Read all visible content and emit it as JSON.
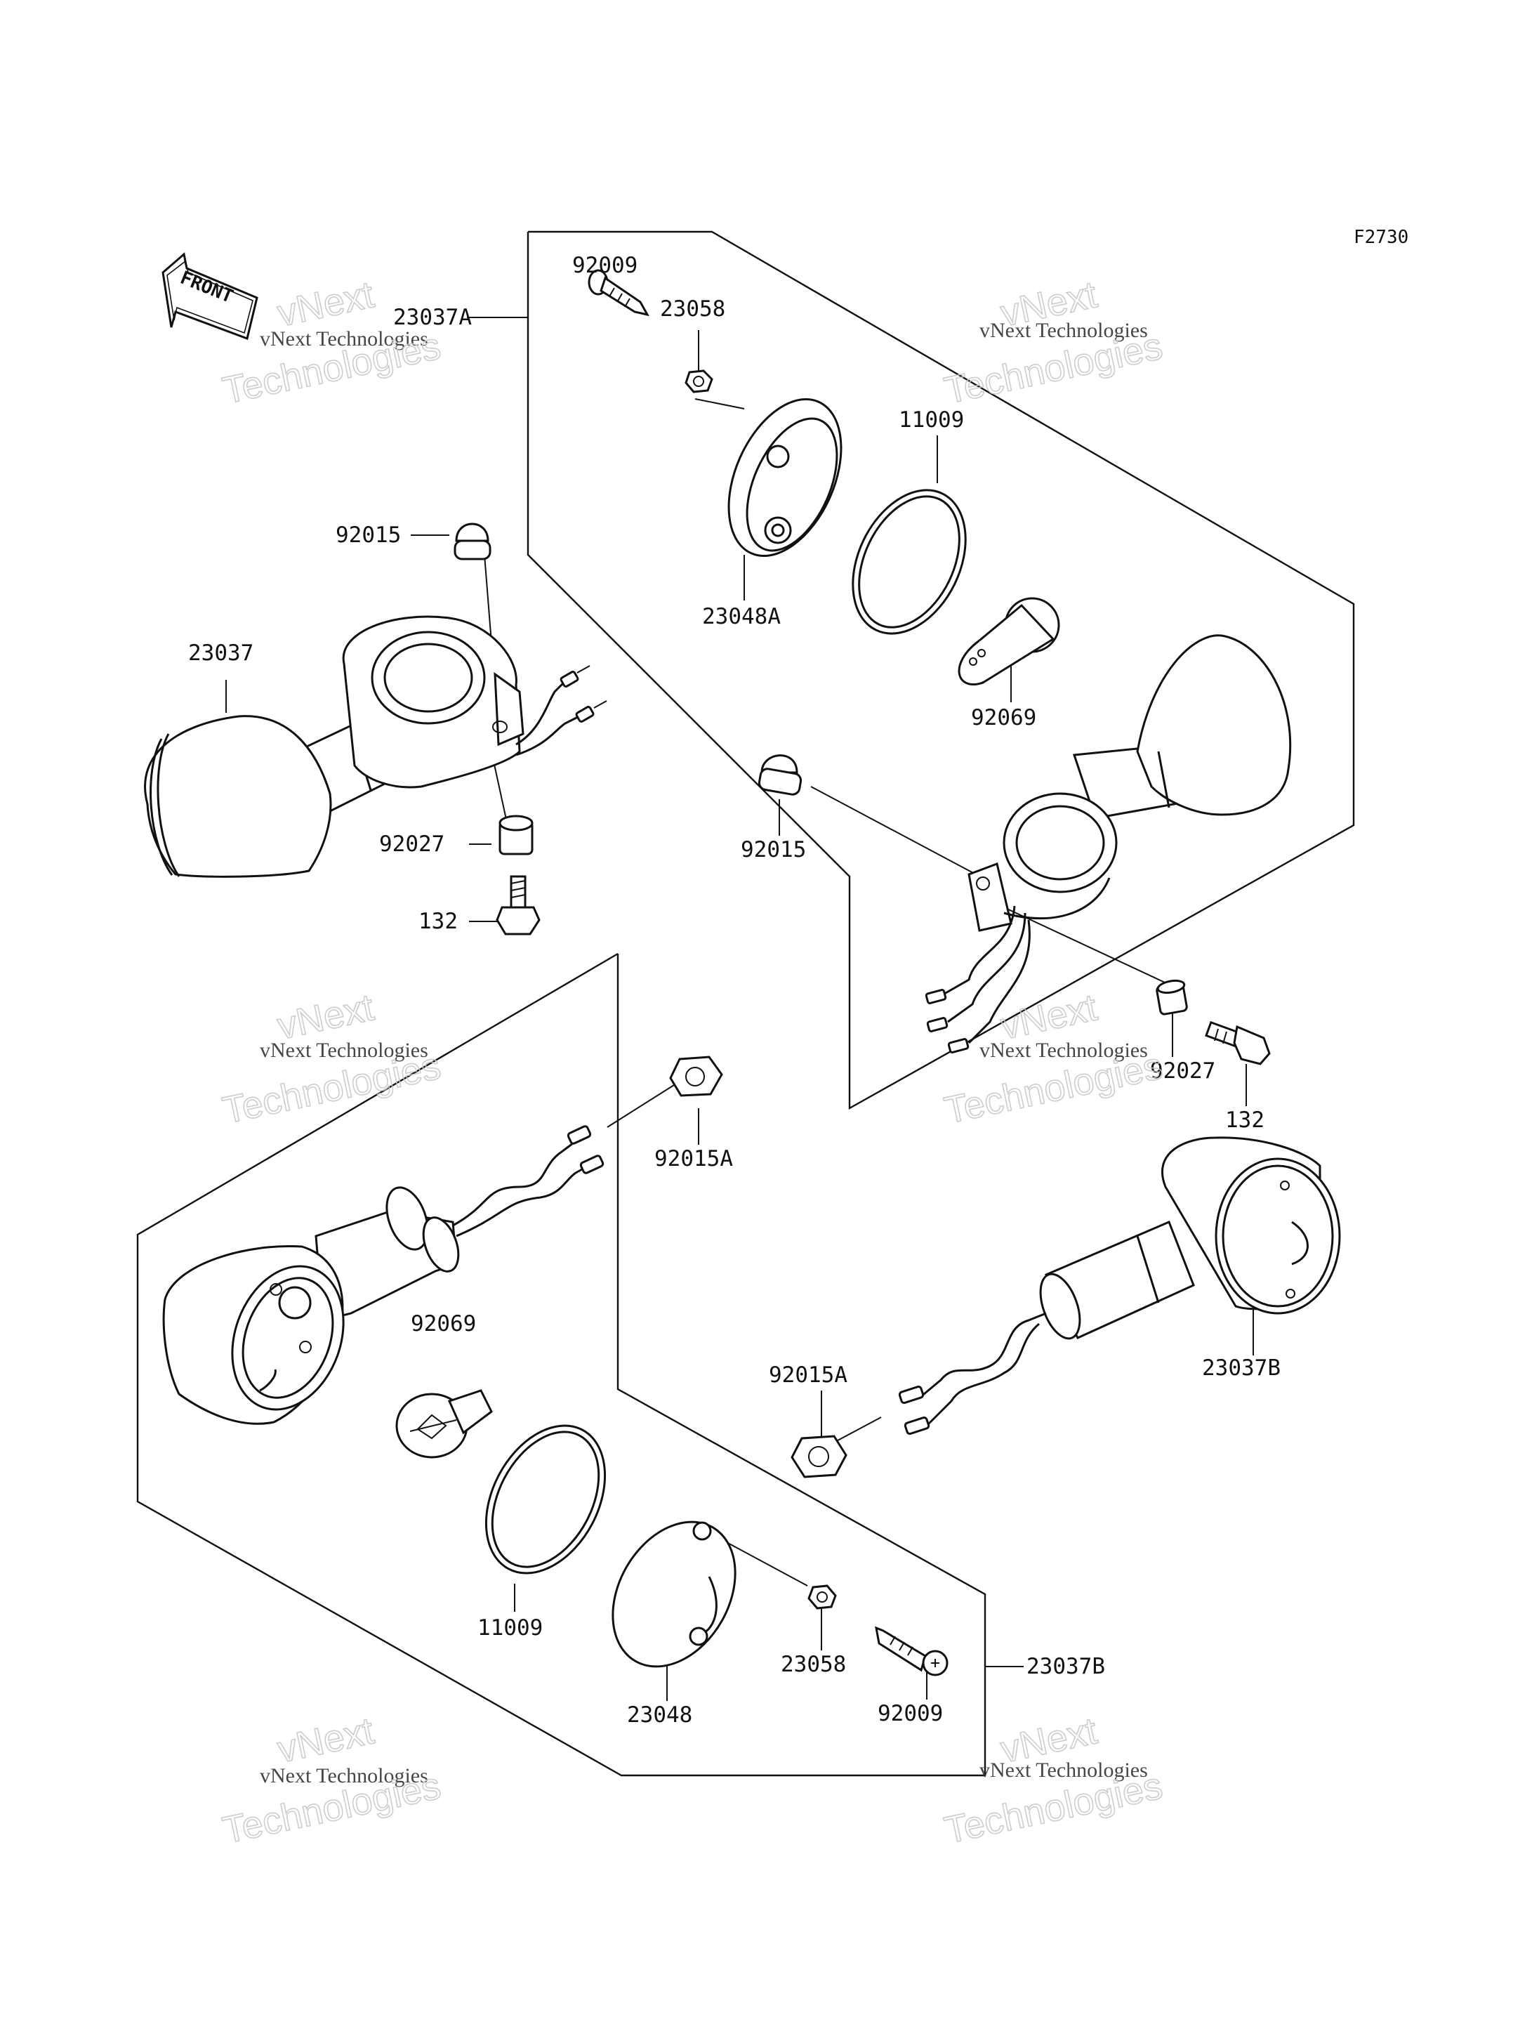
{
  "figure_id": "F2730",
  "front_label": "FRONT",
  "watermark": {
    "brand": "vNext",
    "line1": "vNext Technologies",
    "line2": "Technologies"
  },
  "labels": {
    "p23037A": "23037A",
    "p92009_top": "92009",
    "p23058_top": "23058",
    "p11009_top": "11009",
    "p23048A": "23048A",
    "p92069_top": "92069",
    "p92015_left": "92015",
    "p23037": "23037",
    "p92027_left": "92027",
    "p132_left": "132",
    "p92015_mid": "92015",
    "p92027_right": "92027",
    "p132_right": "132",
    "p92015A_top": "92015A",
    "p92069_bot": "92069",
    "p11009_bot": "11009",
    "p23048": "23048",
    "p23058_bot": "23058",
    "p92009_bot": "92009",
    "p23037B_bot": "23037B",
    "p92015A_bot": "92015A",
    "p23037B_right": "23037B"
  }
}
